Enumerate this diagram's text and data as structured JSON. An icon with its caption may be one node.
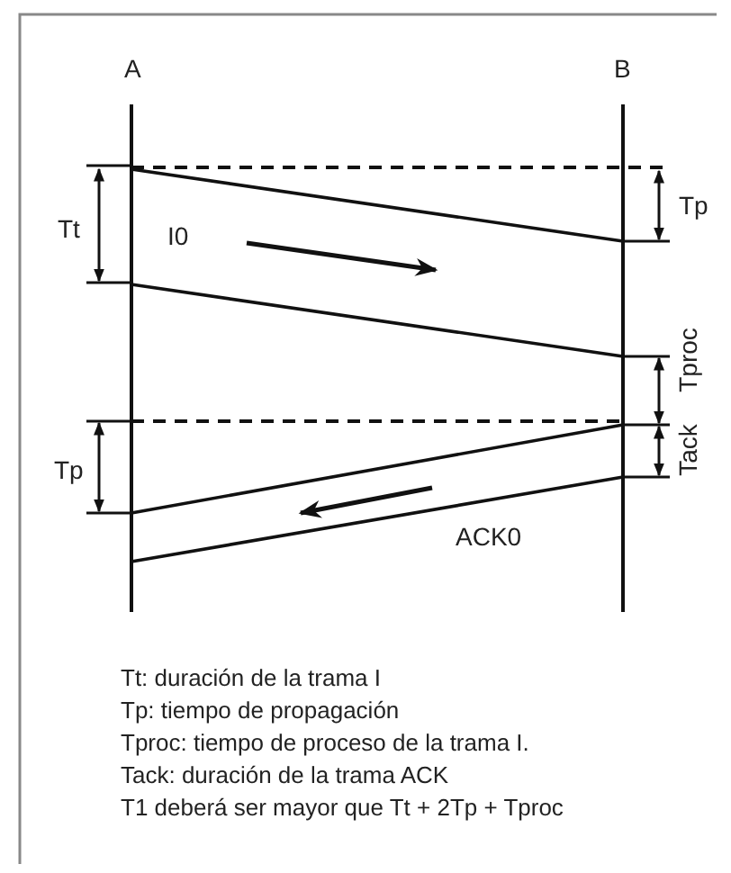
{
  "diagram": {
    "labels": [
      "A",
      "B",
      "Tp",
      "Tt",
      "I0",
      "Tproc",
      "Tp",
      "Tack",
      "ACK0",
      "Tt: duración de la trama I",
      "Tp: tiempo de propagación",
      "Tproc: tiempo de proceso de la trama I.",
      "Tack: duración de la trama ACK",
      "T1 deberá ser mayor que Tt + 2Tp + Tproc"
    ]
  }
}
